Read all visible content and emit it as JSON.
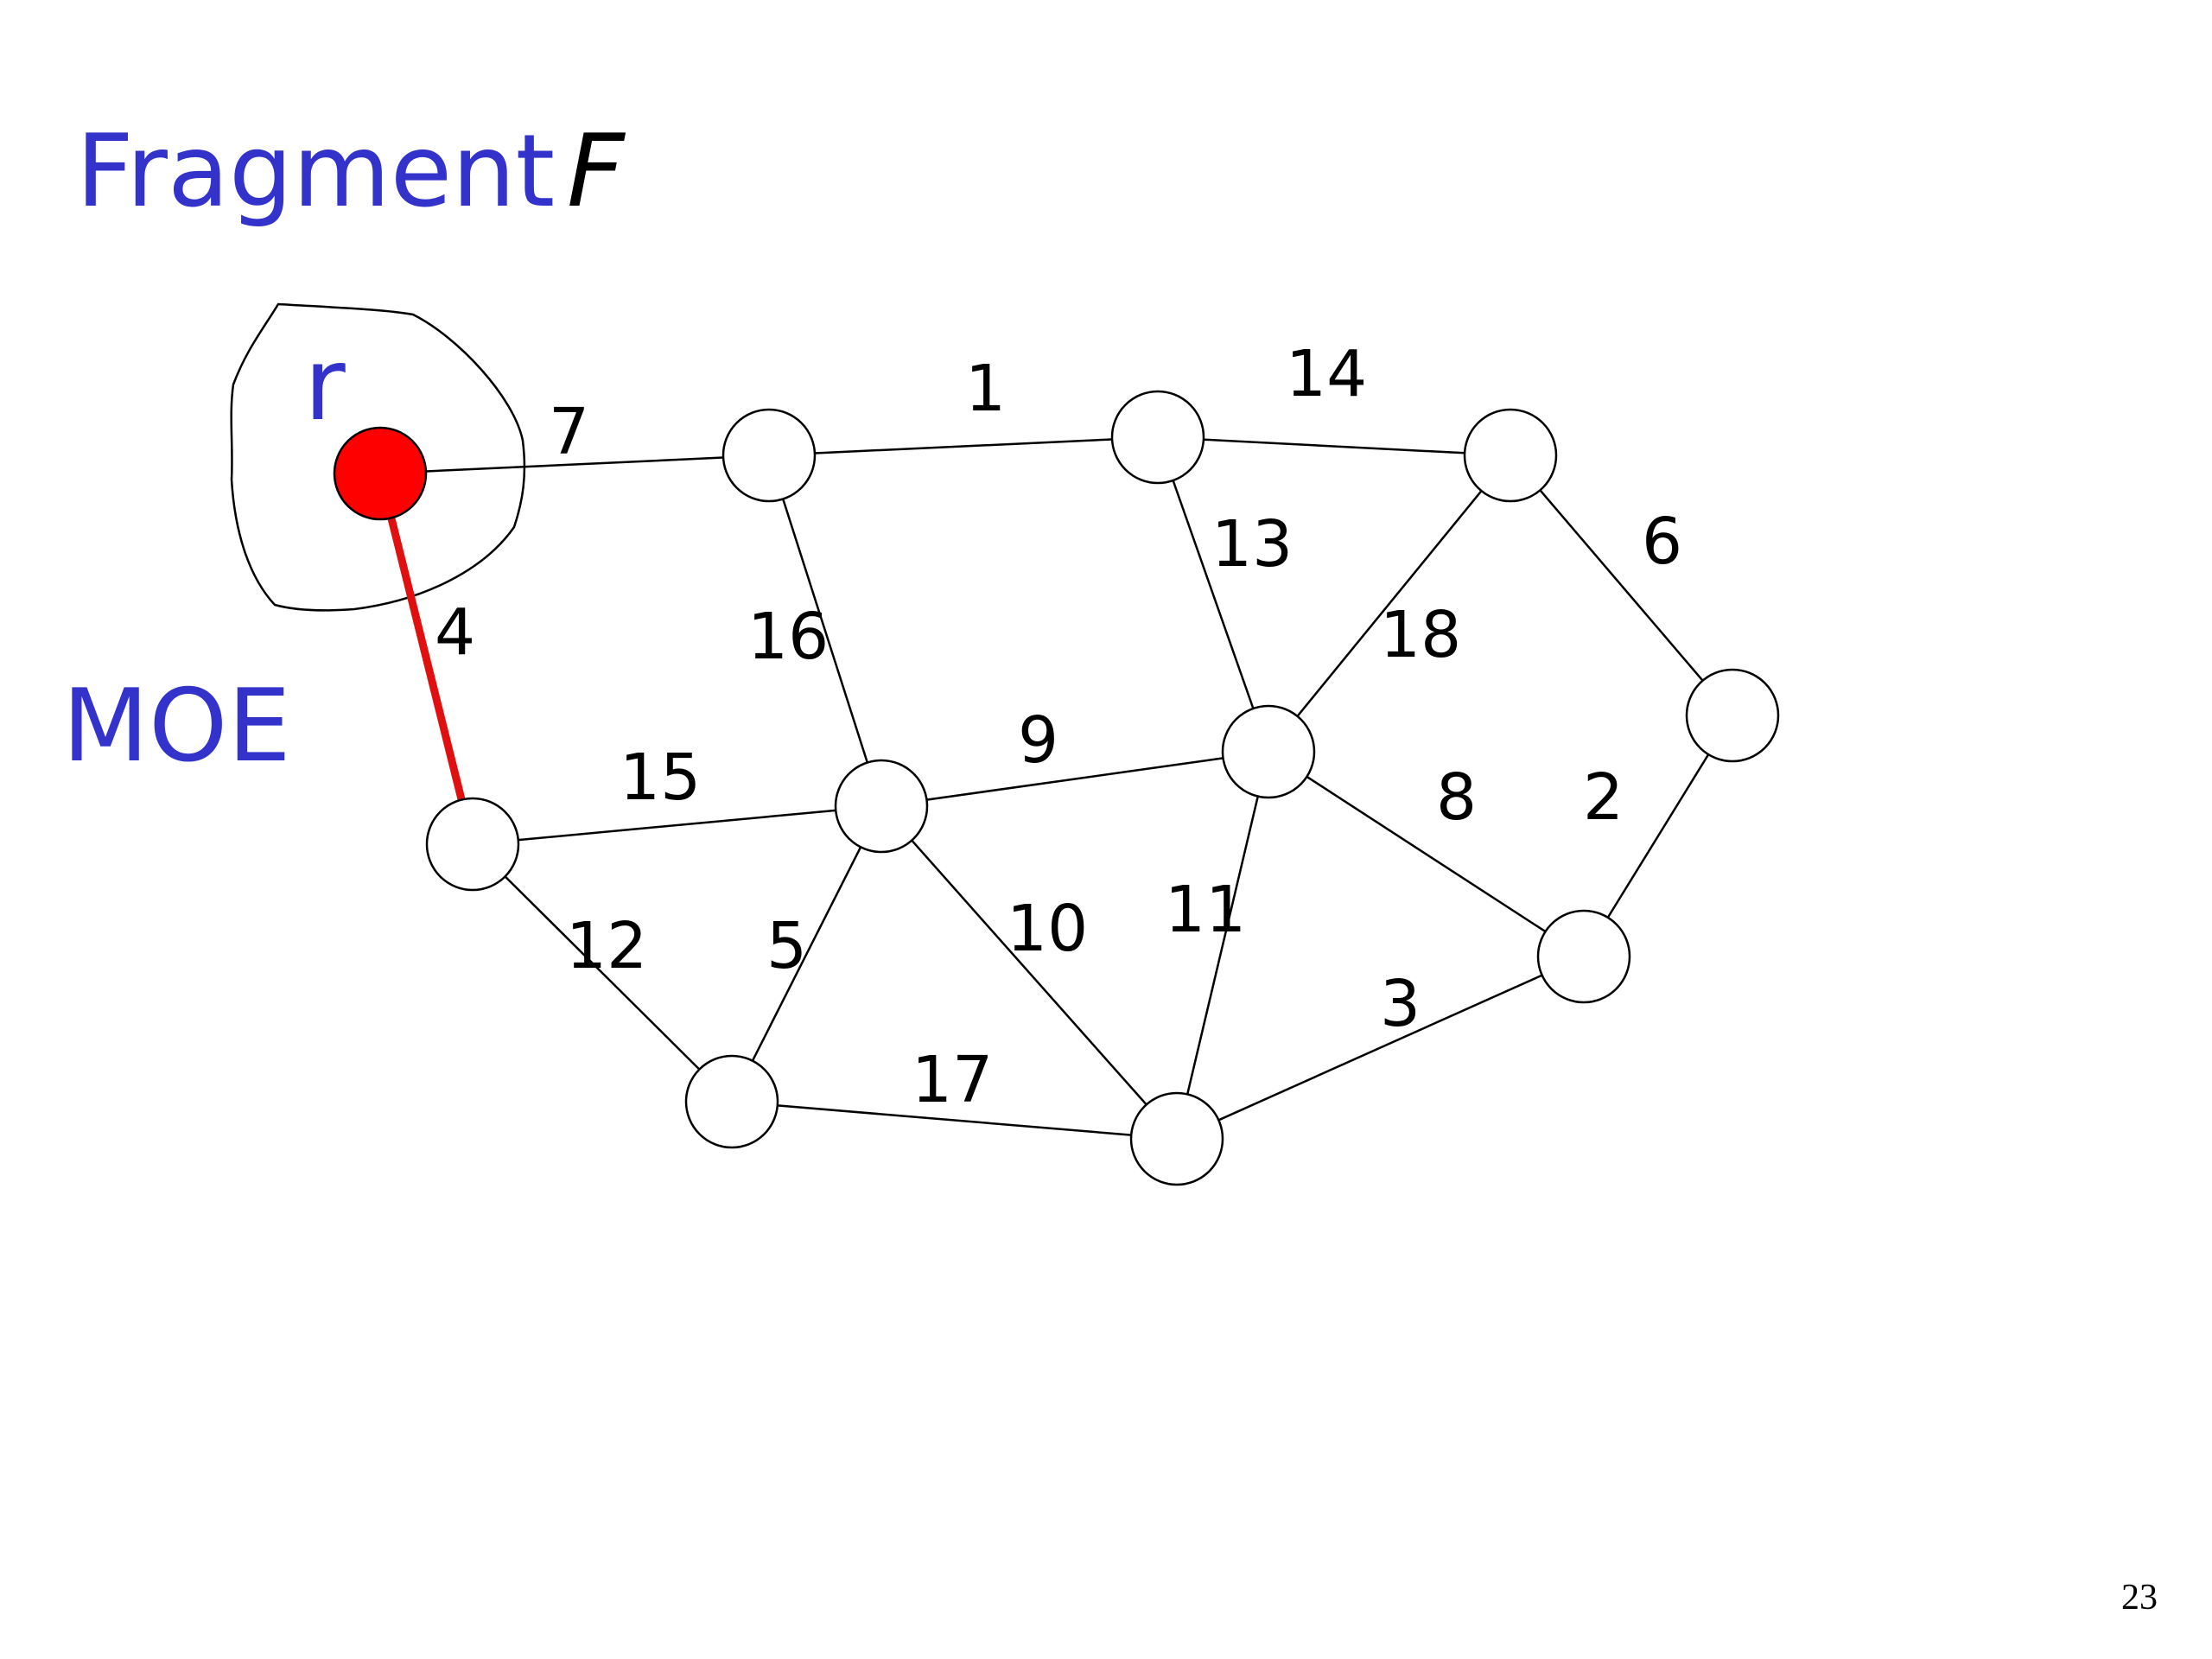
{
  "title": {
    "word": "Fragment",
    "variable": "F"
  },
  "root_label": "r",
  "moe_label": "MOE",
  "page_number": "23",
  "colors": {
    "label_blue": "#3333cc",
    "root_fill": "#ff0000",
    "moe_edge": "#e01010"
  },
  "graph": {
    "root": "r",
    "nodes": [
      "r",
      "a",
      "b",
      "c",
      "d",
      "e",
      "f",
      "g",
      "h",
      "i",
      "j",
      "k"
    ],
    "edges": [
      {
        "from": "r",
        "to": "a",
        "weight": "7"
      },
      {
        "from": "a",
        "to": "b",
        "weight": "1"
      },
      {
        "from": "b",
        "to": "c",
        "weight": "14"
      },
      {
        "from": "c",
        "to": "d",
        "weight": "6"
      },
      {
        "from": "a",
        "to": "f",
        "weight": "16"
      },
      {
        "from": "b",
        "to": "g",
        "weight": "13"
      },
      {
        "from": "c",
        "to": "g",
        "weight": "18"
      },
      {
        "from": "r",
        "to": "e",
        "weight": "4",
        "highlight": "MOE"
      },
      {
        "from": "e",
        "to": "f",
        "weight": "15"
      },
      {
        "from": "f",
        "to": "g",
        "weight": "9"
      },
      {
        "from": "g",
        "to": "h",
        "weight": "8"
      },
      {
        "from": "d",
        "to": "h",
        "weight": "2"
      },
      {
        "from": "e",
        "to": "i",
        "weight": "12"
      },
      {
        "from": "f",
        "to": "i",
        "weight": "5"
      },
      {
        "from": "f",
        "to": "j",
        "weight": "10"
      },
      {
        "from": "g",
        "to": "j",
        "weight": "11"
      },
      {
        "from": "j",
        "to": "h",
        "weight": "3"
      },
      {
        "from": "i",
        "to": "j",
        "weight": "17"
      }
    ]
  }
}
